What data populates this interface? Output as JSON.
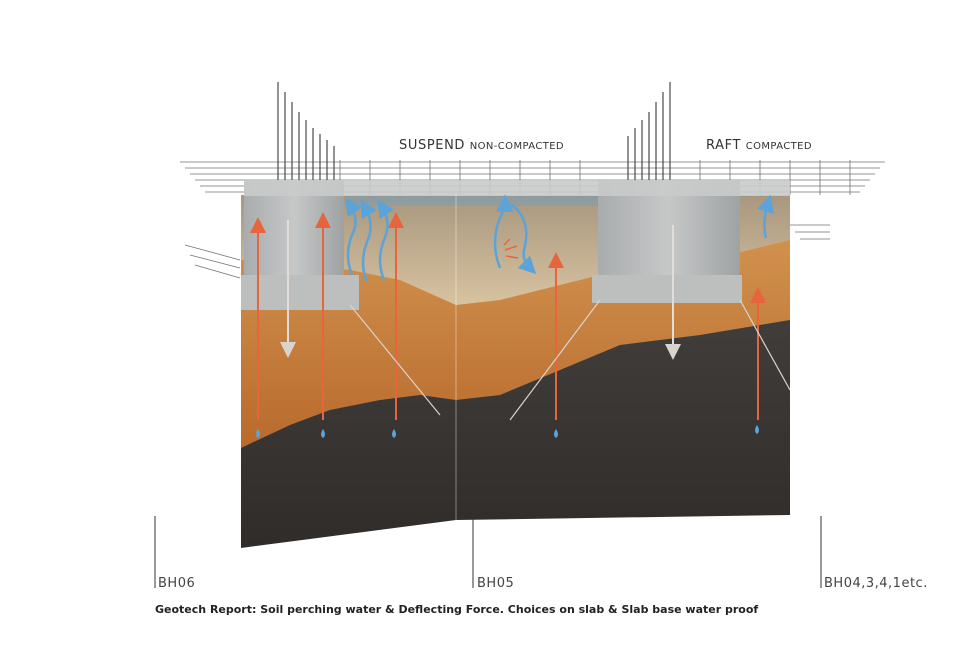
{
  "labels": {
    "suspend_main": "SUSPEND",
    "suspend_sub": "NON-COMPACTED",
    "raft_main": "RAFT",
    "raft_sub": "COMPACTED"
  },
  "boreholes": [
    "BH06",
    "BH05",
    "BH04,3,4,1etc."
  ],
  "caption": "Geotech Report: Soil perching water & Deflecting Force.   Choices on slab & Slab base water proof",
  "colors": {
    "upward_force": "#e8643c",
    "downward_force": "#d9d4d0",
    "water": "#5ba3d9",
    "concrete": "#b9bcbd",
    "topsoil": "#cdb48f",
    "clay": "#c47a3a",
    "bedrock": "#3b3836"
  },
  "icons": [
    "up-force-arrow",
    "down-force-arrow",
    "water-drop-icon",
    "water-flow-arrow",
    "concrete-footing",
    "rebar-mesh"
  ]
}
